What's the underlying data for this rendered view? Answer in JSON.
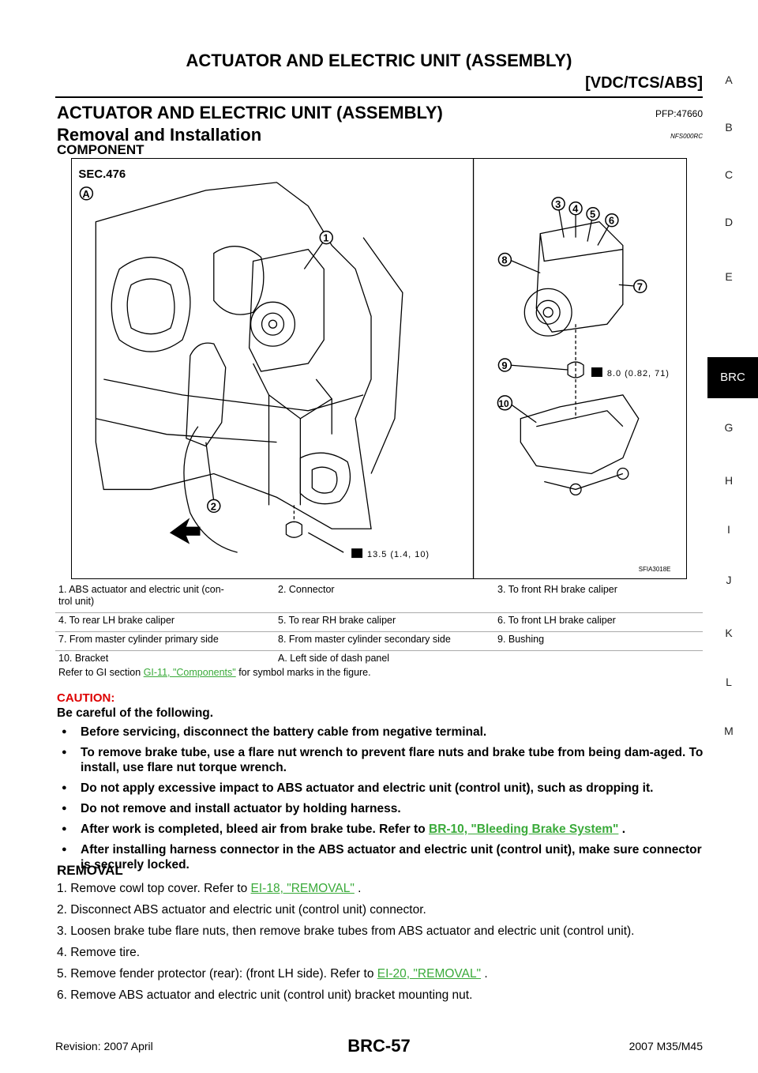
{
  "header": {
    "title": "ACTUATOR AND ELECTRIC UNIT (ASSEMBLY)",
    "subtitle": "[VDC/TCS/ABS]"
  },
  "section": {
    "title": "ACTUATOR AND ELECTRIC UNIT (ASSEMBLY)",
    "pfp": "PFP:47660"
  },
  "subsection": {
    "title": "Removal and Installation",
    "code": "NFS000RC"
  },
  "component_heading": "COMPONENT",
  "figure": {
    "sec_label": "SEC.476",
    "callout_a": "A",
    "callouts": [
      "1",
      "2",
      "3",
      "4",
      "5",
      "6",
      "7",
      "8",
      "9",
      "10"
    ],
    "torque_1": "8.0 (0.82, 71)",
    "torque_2": "13.5 (1.4, 10)",
    "fig_id": "SFIA3018E"
  },
  "legend": {
    "r1c1": "1.   ABS actuator and electric unit (con-\n      trol unit)",
    "r1c2": "2.   Connector",
    "r1c3": "3.   To front RH brake caliper",
    "r2c1": "4.   To rear LH brake caliper",
    "r2c2": "5.   To rear RH brake caliper",
    "r2c3": "6.   To front LH brake caliper",
    "r3c1": "7.   From master cylinder primary side",
    "r3c2": "8.   From master cylinder secondary side",
    "r3c3": "9.   Bushing",
    "r4c1": "10.  Bracket",
    "r4c2": "A.   Left side of dash panel",
    "ref_prefix": "Refer to GI section ",
    "ref_link": "GI-11, \"Components\"",
    "ref_suffix": "  for symbol marks in the figure."
  },
  "caution": {
    "label": "CAUTION:",
    "intro": "Be careful of the following.",
    "items": [
      "Before servicing, disconnect the battery cable from negative terminal.",
      "To remove brake tube, use a flare nut wrench to prevent flare nuts and brake tube from being dam-aged. To install, use flare nut torque wrench.",
      "Do not apply excessive impact to ABS actuator and electric unit (control unit), such as dropping it.",
      "Do not remove and install actuator by holding harness."
    ],
    "item5_prefix": "After work is completed, bleed air from brake tube. Refer to ",
    "item5_link": "BR-10, \"Bleeding Brake System\"",
    "item5_suffix": " .",
    "item6": "After installing harness connector in the ABS actuator and electric unit (control unit), make sure connector is securely locked."
  },
  "removal": {
    "heading": "REMOVAL",
    "step1_prefix": "1.   Remove cowl top cover. Refer to ",
    "step1_link": "EI-18, \"REMOVAL\"",
    "step1_suffix": " .",
    "step2": "2.   Disconnect ABS actuator and electric unit (control unit) connector.",
    "step3": "3.   Loosen brake tube flare nuts, then remove brake tubes from ABS actuator and electric unit (control unit).",
    "step4": "4.   Remove tire.",
    "step5_prefix": "5.   Remove fender protector (rear): (front LH side). Refer to ",
    "step5_link": "EI-20, \"REMOVAL\"",
    "step5_suffix": " .",
    "step6": "6.   Remove ABS actuator and electric unit (control unit) bracket mounting nut."
  },
  "side_index": [
    "A",
    "B",
    "C",
    "D",
    "E",
    "BRC",
    "G",
    "H",
    "I",
    "J",
    "K",
    "L",
    "M"
  ],
  "footer": {
    "revision": "Revision: 2007 April",
    "page": "BRC-57",
    "model": "2007 M35/M45"
  },
  "colors": {
    "link": "#3aaa3a",
    "caution": "#d00000",
    "tab_bg": "#000000"
  }
}
